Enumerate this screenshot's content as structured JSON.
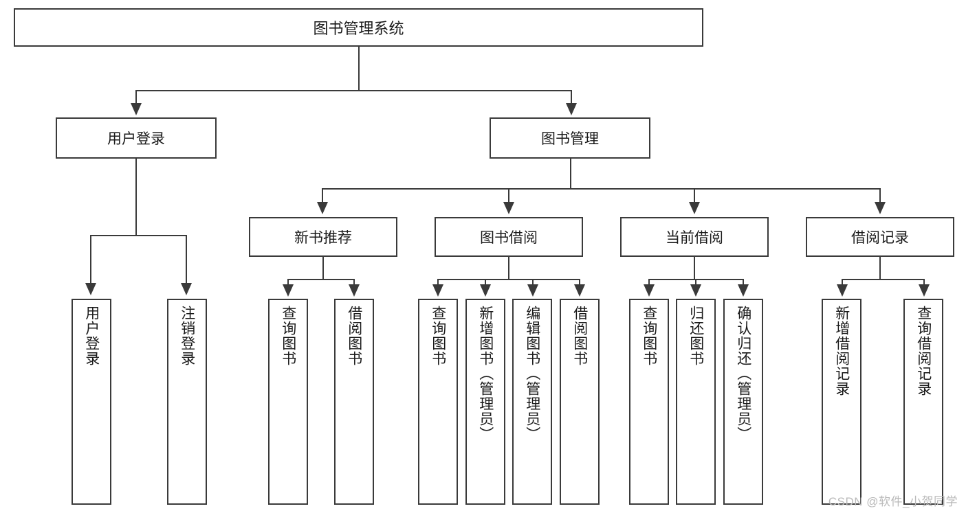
{
  "diagram": {
    "title": "图书管理系统",
    "watermark": "CSDN @软件_小贺同学",
    "root": {
      "label": "图书管理系统"
    },
    "level2": [
      {
        "label": "用户登录"
      },
      {
        "label": "图书管理"
      }
    ],
    "level3": [
      {
        "label": "新书推荐"
      },
      {
        "label": "图书借阅"
      },
      {
        "label": "当前借阅"
      },
      {
        "label": "借阅记录"
      }
    ],
    "leaves": {
      "user_login": [
        {
          "label": "用户登录"
        },
        {
          "label": "注销登录"
        }
      ],
      "new_book_recommend": [
        {
          "label": "查询图书"
        },
        {
          "label": "借阅图书"
        }
      ],
      "book_borrow": [
        {
          "label": "查询图书"
        },
        {
          "label": "新增图书（管理员）"
        },
        {
          "label": "编辑图书（管理员）"
        },
        {
          "label": "借阅图书"
        }
      ],
      "current_borrow": [
        {
          "label": "查询图书"
        },
        {
          "label": "归还图书"
        },
        {
          "label": "确认归还（管理员）"
        }
      ],
      "borrow_record": [
        {
          "label": "新增借阅记录"
        },
        {
          "label": "查询借阅记录"
        }
      ]
    }
  },
  "colors": {
    "stroke": "#3a3a3a",
    "text": "#1a1a1a",
    "background": "#ffffff",
    "watermark": "#b9b9b9"
  }
}
